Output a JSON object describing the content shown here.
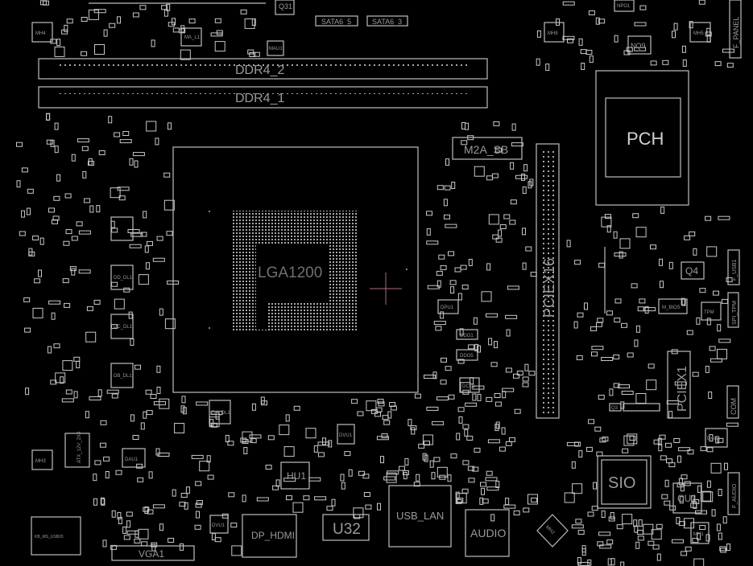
{
  "view": {
    "background": "#000000",
    "outline_color": "#bdbdbd",
    "cursor_color": "#b06b7a"
  },
  "components": {
    "ddr4_2": "DDR4_2",
    "ddr4_1": "DDR4_1",
    "cpu_socket": "LGA1200",
    "pch": "PCH",
    "m2a_sb": "M2A_SB",
    "pciex16": "PCIEX16",
    "pciex1": "PCIEX1",
    "q31": "Q31",
    "sata6_5": "SATA6_5",
    "sata6_3": "SATA6_3",
    "mh4": "MH4",
    "mh8": "MH8",
    "mh5": "MH5",
    "mh3": "MH3",
    "mh2": "MH2",
    "mh1": "MH1",
    "nq9": "NQ9",
    "npo1": "NPO1",
    "f_panel": "F_PANEL",
    "ma_l1": "MA_L1",
    "mau1": "MAU1",
    "q4": "Q4",
    "f_usb1": "F_USB1",
    "m_bios": "M_BIOS",
    "tpm": "TPM",
    "spi_tpm": "SPI_TPM",
    "com": "COM",
    "q3": "Q3",
    "dd_dl1": "DD_DL1",
    "dc_dl1": "DC_DL1",
    "db_dl1": "DB_DL1",
    "da_dl1": "DA_DL1",
    "dpu1": "DPU1",
    "ddo1": "DDO1",
    "ddo5": "DDO5",
    "dcu1": "DCU1",
    "atx_12v": "ATX_12V_2X4",
    "dau1_left": "DAU1",
    "dau1_right": "DAU1",
    "hu1": "HU1",
    "dvu1": "DVU1",
    "dvu1_b": "DVU1",
    "k_ms_usb20": "KB_MS_USB20",
    "vga1": "VGA1",
    "dp_hdmi": "DP_HDMI",
    "u32": "U32",
    "usb_lan": "USB_LAN",
    "audio": "AUDIO",
    "sio": "SIO",
    "cu1": "CU1",
    "f_audio": "F_AUDIO"
  }
}
